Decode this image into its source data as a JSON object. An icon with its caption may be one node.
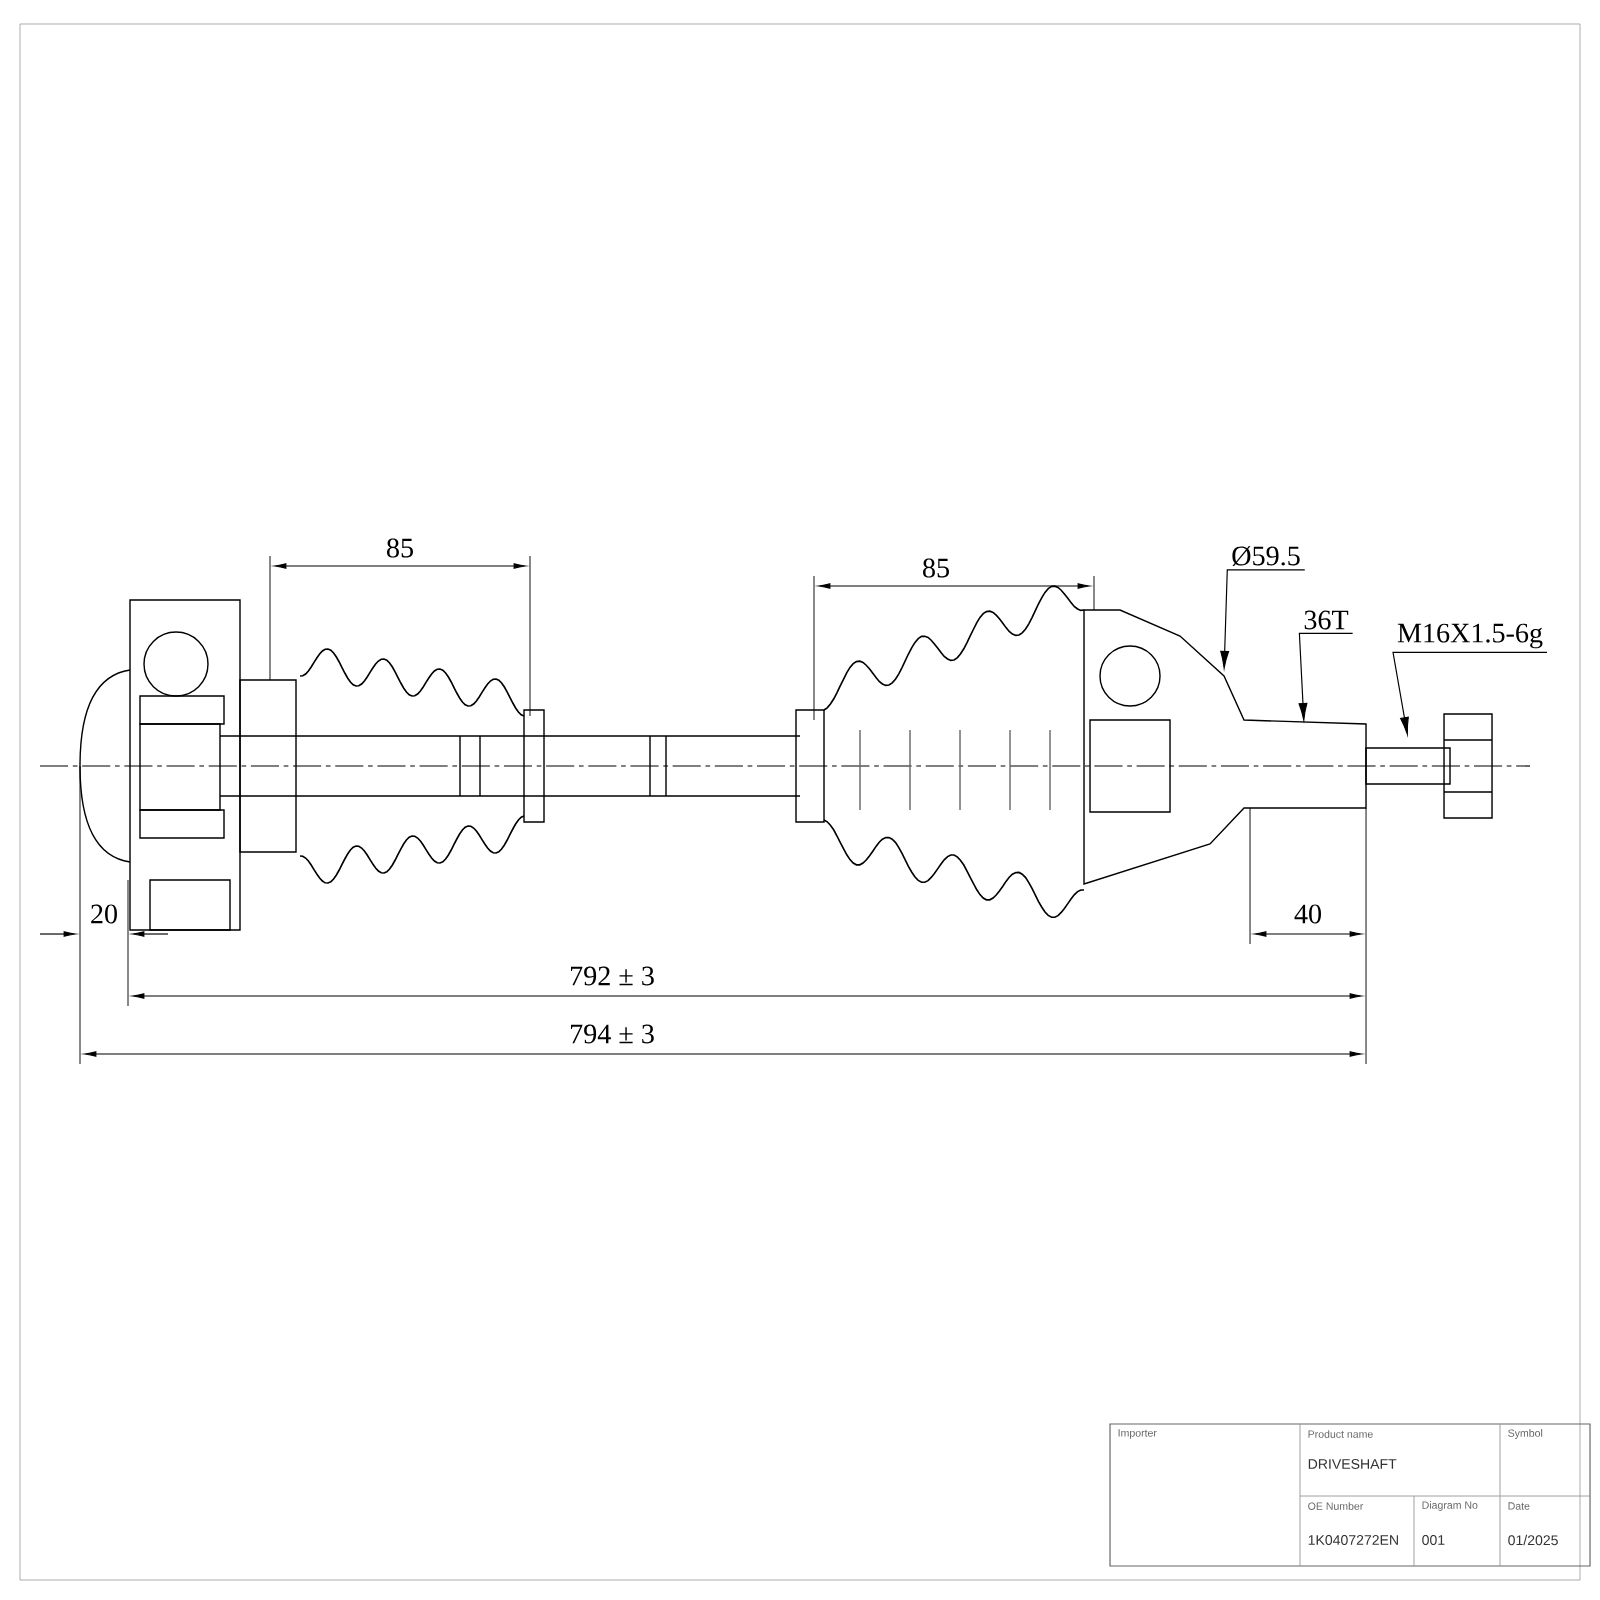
{
  "diagram": {
    "nodes": [
      {
        "text": [
          "Ø59.5"
        ]
      },
      {
        "text": [
          "36T"
        ]
      },
      {
        "text": [
          "M16X1.5-6g"
        ]
      }
    ],
    "edges": [
      {
        "from": 0,
        "to": null,
        "arrow": "to"
      },
      {
        "from": 1,
        "to": null,
        "arrow": "to"
      },
      {
        "from": 2,
        "to": null,
        "arrow": "to"
      }
    ],
    "labels": [
      "85",
      "85",
      "20",
      "40",
      "792 ± 3",
      "794 ± 3",
      "Importer",
      "Product name",
      "DRIVESHAFT",
      "Symbol",
      "OE Number",
      "1K0407272EN",
      "Diagram No",
      "001",
      "Date",
      "01/2025"
    ]
  }
}
